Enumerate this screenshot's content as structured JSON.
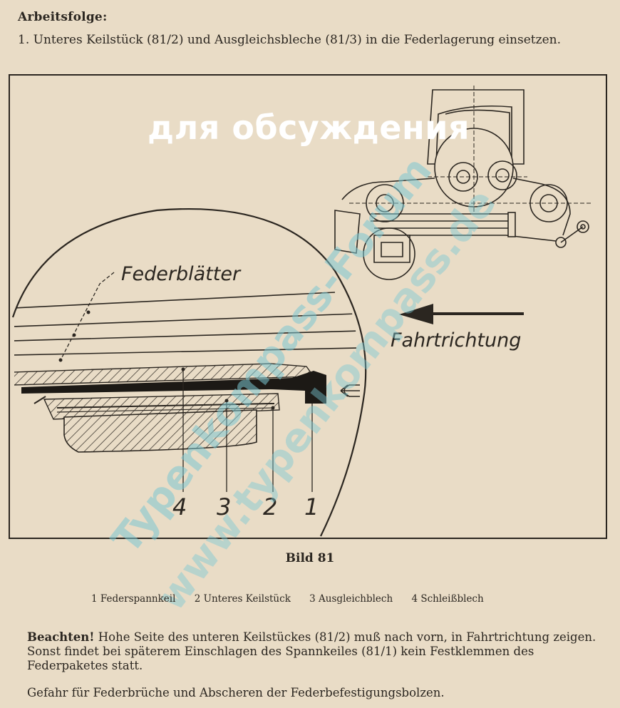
{
  "heading": "Arbeitsfolge:",
  "step": "1. Unteres Keilstück (81/2) und Ausgleichsbleche (81/3) in die Federlagerung einsetzen.",
  "overlay": {
    "title": "для обсуждения",
    "diagonal_text_1": "Typenkompass-Forum",
    "diagonal_text_2": "www.typenkompass.de"
  },
  "figure": {
    "label_springs": "Federblätter",
    "label_direction": "Fahrtrichtung",
    "callouts": [
      "4",
      "3",
      "2",
      "1"
    ]
  },
  "caption": "Bild 81",
  "legend": [
    "1 Federspannkeil",
    "2 Unteres Keilstück",
    "3 Ausgleichblech",
    "4 Schleißblech"
  ],
  "note": {
    "bold": "Beachten!",
    "text": " Hohe Seite des unteren Keilstückes (81/2) muß nach vorn, in Fahrtrichtung zeigen. Sonst findet bei späterem Einschlagen des Spannkeiles (81/1) kein Festklemmen des Federpaketes statt."
  },
  "note2": "Gefahr für Federbrüche und Abscheren der Federbefestigungsbolzen."
}
